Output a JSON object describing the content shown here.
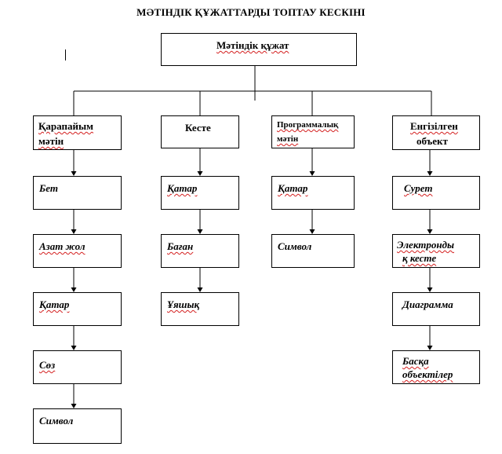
{
  "title": "МӘТІНДІК ҚҰЖАТТАРДЫ ТОПТАУ КЕСКІНІ",
  "root": {
    "label": "Мәтіндік құжат"
  },
  "columns": [
    {
      "header": [
        "Қарапайым",
        "мәтін"
      ],
      "items": [
        {
          "lines": [
            "Бет"
          ]
        },
        {
          "lines": [
            "Азат жол"
          ]
        },
        {
          "lines": [
            "Қатар"
          ]
        },
        {
          "lines": [
            "Сөз"
          ]
        },
        {
          "lines": [
            "Символ"
          ]
        }
      ]
    },
    {
      "header": [
        "Кесте"
      ],
      "items": [
        {
          "lines": [
            "Қатар"
          ]
        },
        {
          "lines": [
            "Баған"
          ]
        },
        {
          "lines": [
            "Ұяшық"
          ]
        }
      ]
    },
    {
      "header": [
        "Программалық",
        "мәтін"
      ],
      "items": [
        {
          "lines": [
            "Қатар"
          ]
        },
        {
          "lines": [
            "Символ"
          ]
        }
      ]
    },
    {
      "header": [
        "Енгізілген",
        "объект"
      ],
      "items": [
        {
          "lines": [
            "Сурет"
          ]
        },
        {
          "lines": [
            "Электронды",
            "қ кесте"
          ]
        },
        {
          "lines": [
            "Диаграмма"
          ]
        },
        {
          "lines": [
            "Басқа",
            "объектілер"
          ]
        }
      ]
    }
  ]
}
